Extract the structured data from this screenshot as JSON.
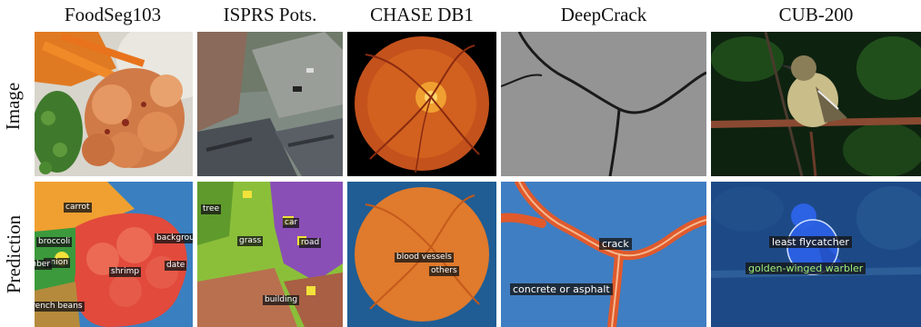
{
  "columns": [
    {
      "title": "FoodSeg103"
    },
    {
      "title": "ISPRS Pots."
    },
    {
      "title": "CHASE DB1"
    },
    {
      "title": "DeepCrack"
    },
    {
      "title": "CUB-200"
    }
  ],
  "rows": {
    "image": "Image",
    "prediction": "Prediction"
  },
  "labels": {
    "food": [
      "carrot",
      "broccoli",
      "onion",
      "background",
      "date",
      "shrimp",
      "french beans",
      "cucumber"
    ],
    "isprs": [
      "tree",
      "car",
      "grass",
      "road",
      "building"
    ],
    "chase": [
      "blood vessels",
      "others"
    ],
    "crack": [
      "crack",
      "concrete or asphalt"
    ],
    "cub": [
      "least flycatcher",
      "golden-winged warbler"
    ]
  },
  "colors": {
    "mask_blue": "#4a84c4",
    "mask_red": "#e04a3c",
    "mask_orange": "#f0a040",
    "mask_green": "#8bbf3a",
    "mask_purple": "#8a4fb6",
    "mask_brown": "#b9704f",
    "fundus_orange": "#e07a2c"
  }
}
